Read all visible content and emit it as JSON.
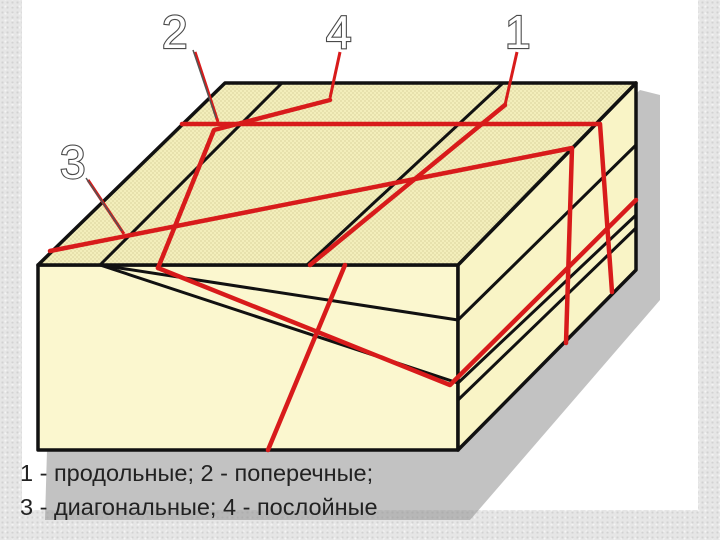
{
  "labels": {
    "joint_1": "1",
    "joint_2": "2",
    "joint_3": "3",
    "joint_4": "4"
  },
  "caption": {
    "line1": "1 - продольные; 2 - поперечные;",
    "line2": "3 - диагональные;  4 - послойные"
  },
  "colors": {
    "block_face": "#fbf7cf",
    "top_face": "#f6f1bf",
    "stripe": "#f1ebb4",
    "edge": "#111111",
    "joint_line": "#d81b1b",
    "shadow": "#8a8a8a"
  }
}
